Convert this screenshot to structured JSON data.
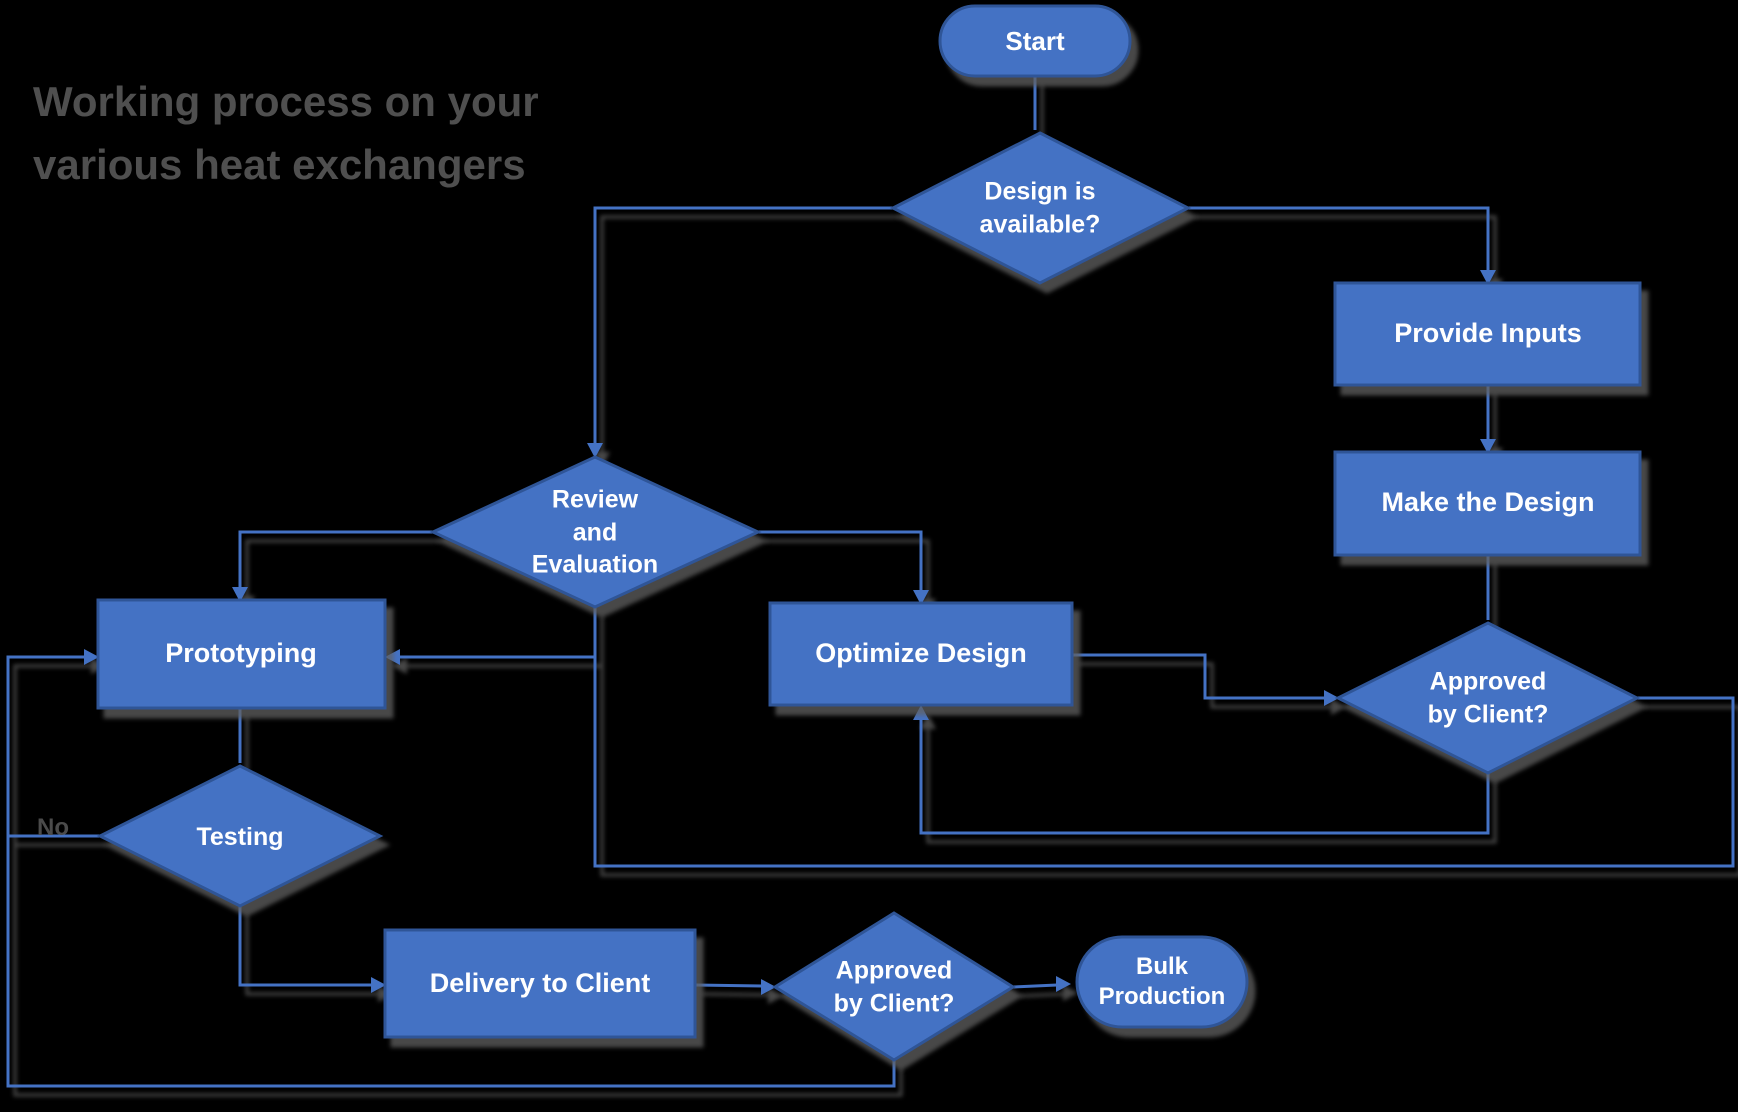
{
  "title": {
    "text": "Working process on your\nvarious heat exchangers"
  },
  "colors": {
    "background": "#000000",
    "node_fill": "#4472C4",
    "node_border": "#2F5597",
    "connector": "#4472C4",
    "shadow": "#606060",
    "node_text": "#FFFFFF",
    "muted_text": "#4B4B4B"
  },
  "nodes": [
    {
      "id": "start",
      "type": "terminator",
      "label": "Start"
    },
    {
      "id": "design-available",
      "type": "decision",
      "label": "Design is\navailable?"
    },
    {
      "id": "provide-inputs",
      "type": "process",
      "label": "Provide Inputs"
    },
    {
      "id": "make-the-design",
      "type": "process",
      "label": "Make the Design"
    },
    {
      "id": "approved-by-client-1",
      "type": "decision",
      "label": "Approved\nby Client?"
    },
    {
      "id": "review-evaluation",
      "type": "decision",
      "label": "Review\nand\nEvaluation"
    },
    {
      "id": "prototyping",
      "type": "process",
      "label": "Prototyping"
    },
    {
      "id": "optimize-design",
      "type": "process",
      "label": "Optimize Design"
    },
    {
      "id": "testing",
      "type": "decision",
      "label": "Testing"
    },
    {
      "id": "delivery-to-client",
      "type": "process",
      "label": "Delivery to Client"
    },
    {
      "id": "approved-by-client-2",
      "type": "decision",
      "label": "Approved\nby Client?"
    },
    {
      "id": "bulk-production",
      "type": "terminator",
      "label": "Bulk\nProduction"
    }
  ],
  "edge_labels": [
    {
      "id": "testing-no",
      "text": "No"
    }
  ]
}
